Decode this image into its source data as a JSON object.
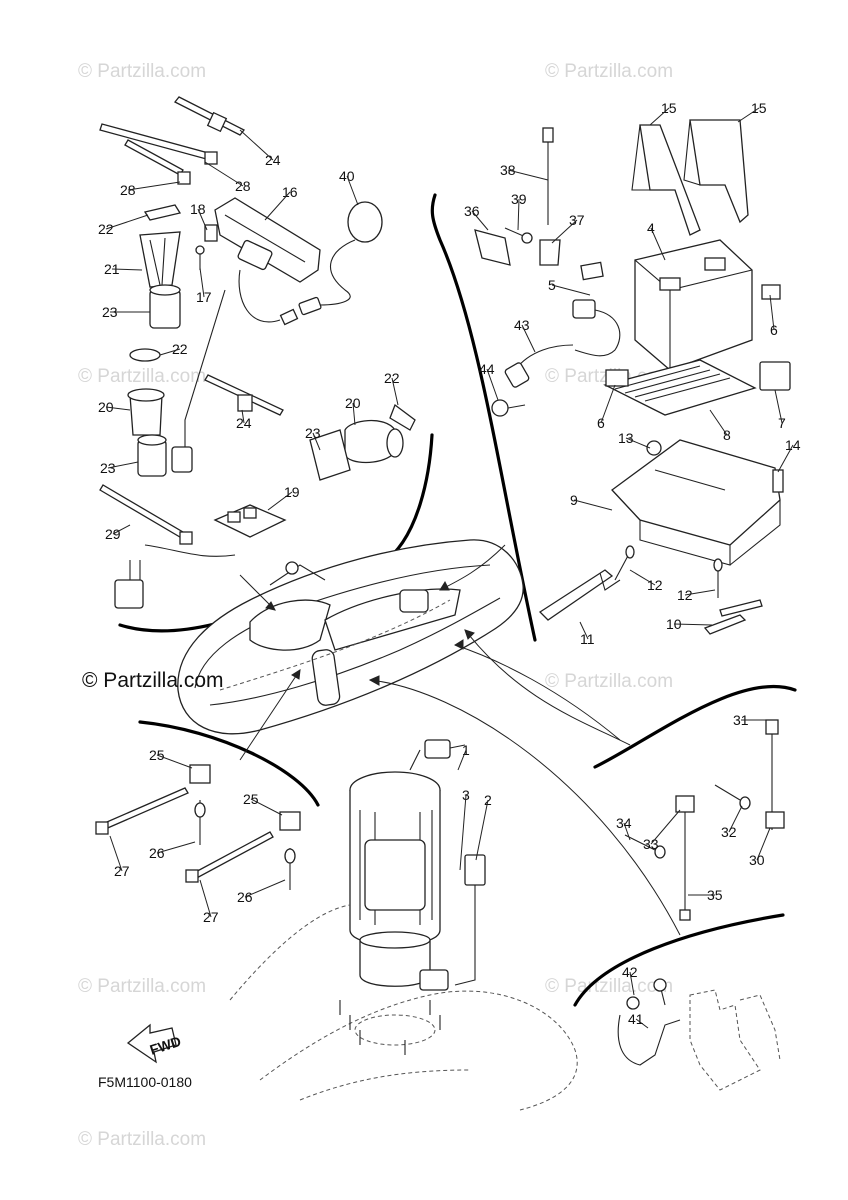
{
  "watermarks": [
    "© Partzilla.com",
    "© Partzilla.com",
    "© Partzilla.com",
    "© Partzilla.com",
    "© Partzilla.com",
    "© Partzilla.com",
    "© Partzilla.com",
    "© Partzilla.com"
  ],
  "center_watermark": "© Partzilla.com",
  "diagram_code": "F5M1100-0180",
  "fwd_label": "FWD",
  "callouts": [
    "1",
    "2",
    "3",
    "4",
    "5",
    "6",
    "6",
    "7",
    "8",
    "9",
    "10",
    "11",
    "12",
    "12",
    "13",
    "14",
    "15",
    "15",
    "16",
    "17",
    "18",
    "19",
    "20",
    "20",
    "21",
    "22",
    "22",
    "22",
    "23",
    "23",
    "23",
    "24",
    "24",
    "25",
    "25",
    "26",
    "26",
    "27",
    "27",
    "28",
    "28",
    "29",
    "30",
    "31",
    "32",
    "33",
    "34",
    "35",
    "36",
    "37",
    "38",
    "39",
    "40",
    "41",
    "42",
    "43",
    "44"
  ]
}
